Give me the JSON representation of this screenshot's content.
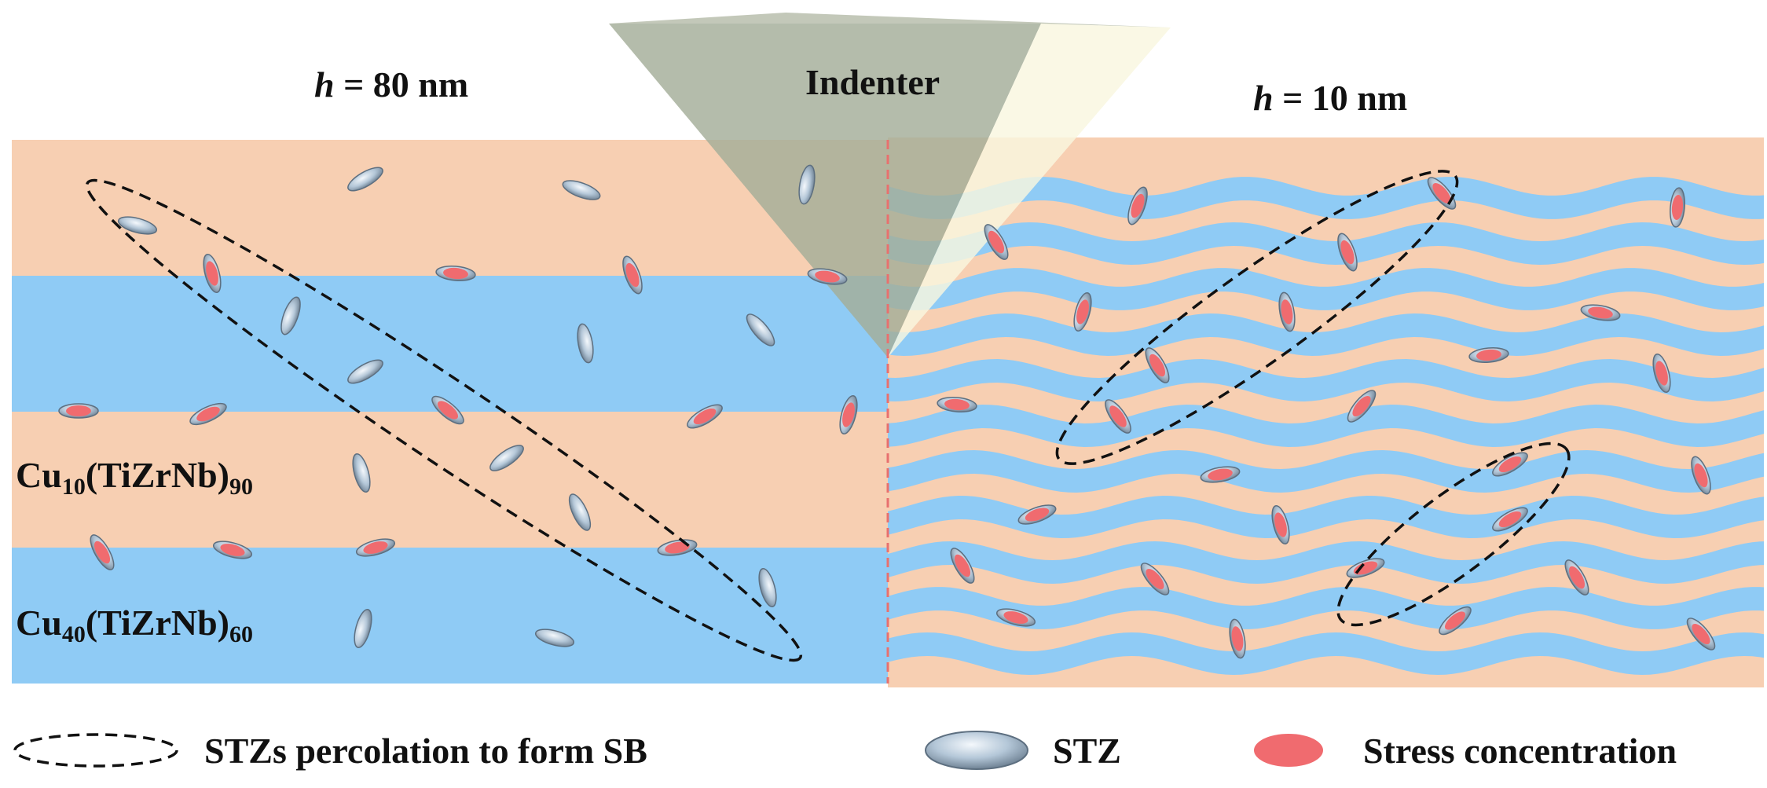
{
  "labels": {
    "indenter": "Indenter",
    "left_h_var": "h",
    "left_h_rest": " = 80 nm",
    "right_h_var": "h",
    "right_h_rest": " = 10 nm",
    "layer1": {
      "a": "Cu",
      "b": "10",
      "c": "(TiZrNb)",
      "d": "90"
    },
    "layer2": {
      "a": "Cu",
      "b": "40",
      "c": "(TiZrNb)",
      "d": "60"
    }
  },
  "legend": {
    "percolation": "STZs percolation to form SB",
    "stz": "STZ",
    "stress": "Stress concentration"
  },
  "colors": {
    "cu10_layer": "#f7cfb2",
    "cu40_layer": "#8fcbf5",
    "stz": "#a9bccd",
    "stress": "#f06b6f",
    "divider": "#e8706e",
    "indenter_dark": "#a3ad98",
    "indenter_light": "#f9f7df"
  },
  "icons": {
    "percolation": "dashed-ellipse-icon",
    "stz": "stz-ellipsoid-icon",
    "stress": "stress-dot-icon"
  }
}
